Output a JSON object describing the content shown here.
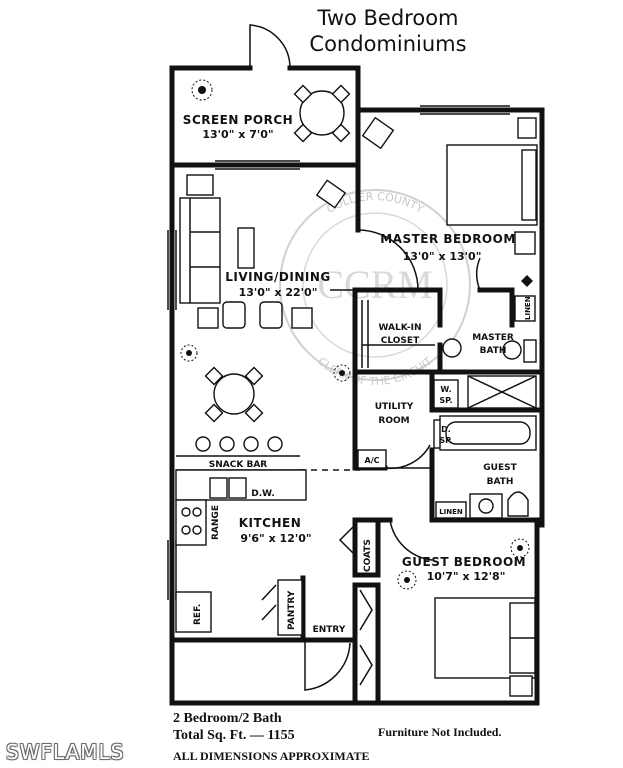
{
  "title": {
    "line1": "Two Bedroom",
    "line2": "Condominiums"
  },
  "rooms": {
    "screen_porch": {
      "name": "SCREEN PORCH",
      "dims": "13'0\" x 7'0\""
    },
    "master_bedroom": {
      "name": "MASTER BEDROOM",
      "dims": "13'0\" x 13'0\""
    },
    "living_dining": {
      "name": "LIVING/DINING",
      "dims": "13'0\" x 22'0\""
    },
    "walk_in_closet": {
      "line1": "WALK-IN",
      "line2": "CLOSET"
    },
    "master_bath": {
      "line1": "MASTER",
      "line2": "BATH"
    },
    "linen_master": "LINEN",
    "utility_room": {
      "line1": "UTILITY",
      "line2": "ROOM"
    },
    "washer": {
      "line1": "W.",
      "line2": "SP."
    },
    "dryer": {
      "line1": "D.",
      "line2": "SP."
    },
    "ac": "A/C",
    "guest_bath": {
      "line1": "GUEST",
      "line2": "BATH"
    },
    "linen_guest": "LINEN",
    "snack_bar": "SNACK BAR",
    "dishwasher": "D.W.",
    "range": "RANGE",
    "kitchen": {
      "name": "KITCHEN",
      "dims": "9'6\" x 12'0\""
    },
    "coats": "COATS",
    "guest_bedroom": {
      "name": "GUEST BEDROOM",
      "dims": "10'7\" x 12'8\""
    },
    "refrigerator": "REF.",
    "pantry": "PANTRY",
    "entry": "ENTRY"
  },
  "footer": {
    "summary": "2 Bedroom/2 Bath",
    "total": "Total Sq. Ft. — 1155",
    "approx": "ALL DIMENSIONS APPROXIMATE",
    "furniture": "Furniture Not Included."
  },
  "watermark": {
    "top": "COLLIER COUNTY",
    "bottom": "CLERK OF THE CIRCUIT",
    "center": "CCRM"
  },
  "brand": "SWFLAMLS"
}
